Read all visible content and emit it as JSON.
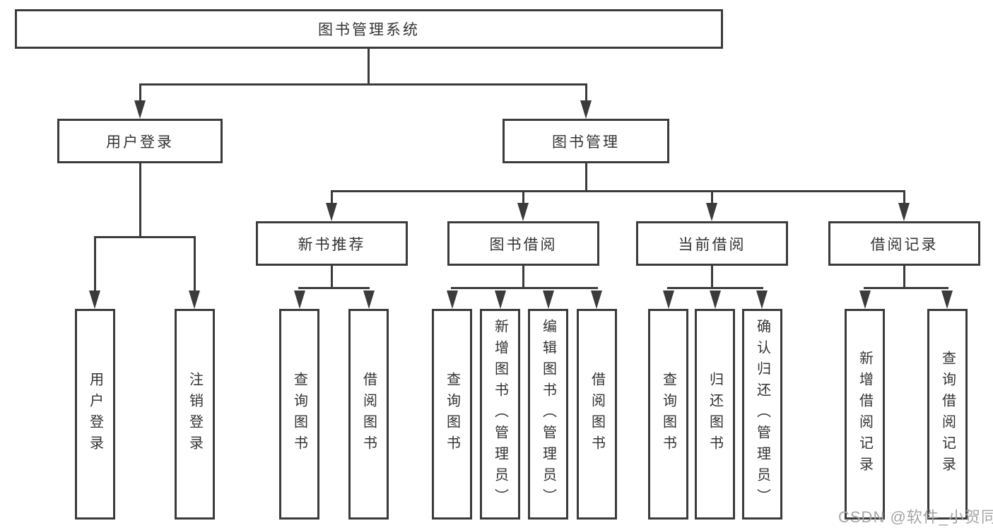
{
  "tree": {
    "root": {
      "label": "图书管理系统",
      "children": [
        {
          "label": "用户登录",
          "children": [
            {
              "label": "用户登录"
            },
            {
              "label": "注销登录"
            }
          ]
        },
        {
          "label": "图书管理",
          "children": [
            {
              "label": "新书推荐",
              "children": [
                {
                  "label": "查询图书"
                },
                {
                  "label": "借阅图书"
                }
              ]
            },
            {
              "label": "图书借阅",
              "children": [
                {
                  "label": "查询图书"
                },
                {
                  "label": "新增图书（管理员）"
                },
                {
                  "label": "编辑图书（管理员）"
                },
                {
                  "label": "借阅图书"
                }
              ]
            },
            {
              "label": "当前借阅",
              "children": [
                {
                  "label": "查询图书"
                },
                {
                  "label": "归还图书"
                },
                {
                  "label": "确认归还（管理员）"
                }
              ]
            },
            {
              "label": "借阅记录",
              "children": [
                {
                  "label": "新增借阅记录"
                },
                {
                  "label": "查询借阅记录"
                }
              ]
            }
          ]
        }
      ]
    }
  },
  "watermark": {
    "text": "CSDN @软件_小贺同学"
  },
  "colors": {
    "line": "#3b3b3b",
    "box_border": "#3b3b3b",
    "box_fill": "#ffffff",
    "text": "#333333",
    "watermark": "#a6a6a6",
    "background": "#ffffff"
  }
}
